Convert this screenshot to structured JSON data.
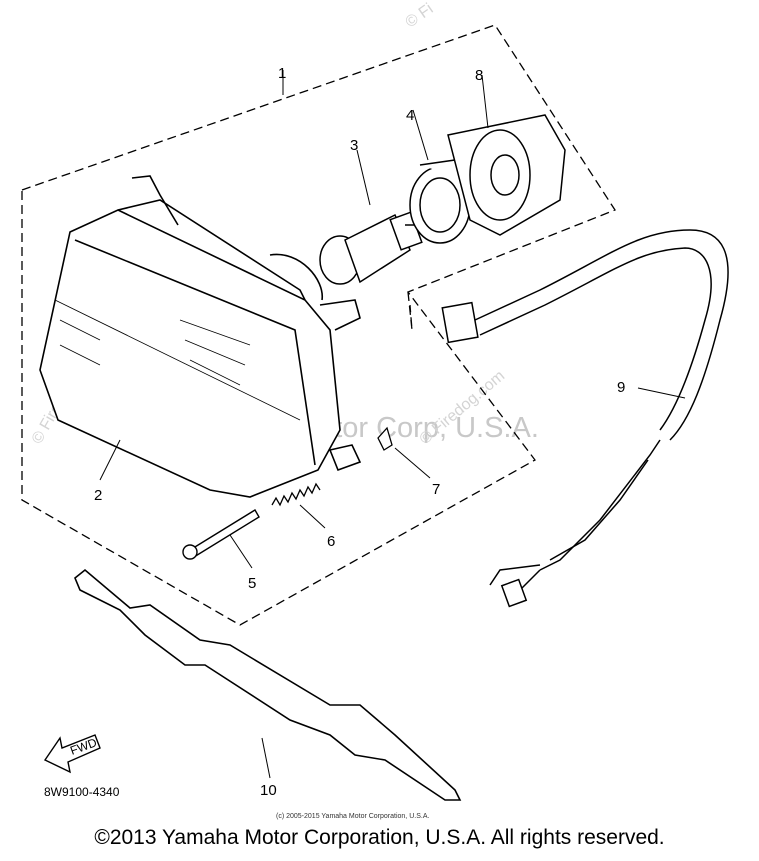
{
  "callouts": {
    "c1": "1",
    "c2": "2",
    "c3": "3",
    "c4": "4",
    "c5": "5",
    "c6": "6",
    "c7": "7",
    "c8": "8",
    "c9": "9",
    "c10": "10"
  },
  "diagram_code": "8W9100-4340",
  "fwd_label": "FWD",
  "watermark_center": "Yamaha Motor Corp, U.S.A.",
  "watermark_fiche": "© Firedog.com",
  "watermark_corner": "© Fi",
  "small_copyright": "(c) 2005-2015 Yamaha Motor Corporation, U.S.A.",
  "footer_copyright": "©2013 Yamaha Motor Corporation, U.S.A. All rights reserved."
}
